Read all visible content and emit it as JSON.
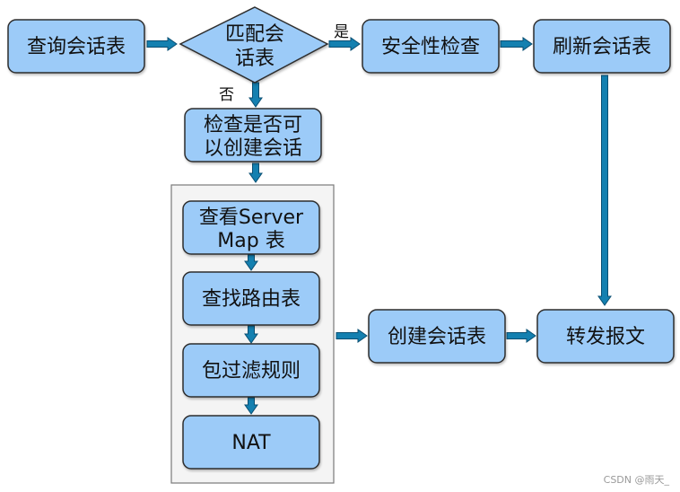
{
  "nodes": {
    "query_session_table": "查询会话表",
    "match_session_l1": "匹配会",
    "match_session_l2": "话表",
    "security_check": "安全性检查",
    "refresh_session_table": "刷新会话表",
    "check_create_l1": "检查是否可",
    "check_create_l2": "以创建会话",
    "server_map_l1": "查看Server",
    "server_map_l2": "Map 表",
    "route_table": "查找路由表",
    "packet_filter": "包过滤规则",
    "nat": "NAT",
    "create_session_table": "创建会话表",
    "forward_packet": "转发报文"
  },
  "labels": {
    "yes": "是",
    "no": "否"
  },
  "watermark": "CSDN @雨天_",
  "colors": {
    "box_fill": "#9ccbf8",
    "box_stroke": "#2d2d2d",
    "arrow": "#1480b0",
    "arrow_stroke": "#0a4f73",
    "group_fill": "#f4f4f4",
    "group_stroke": "#7a7a7a"
  }
}
